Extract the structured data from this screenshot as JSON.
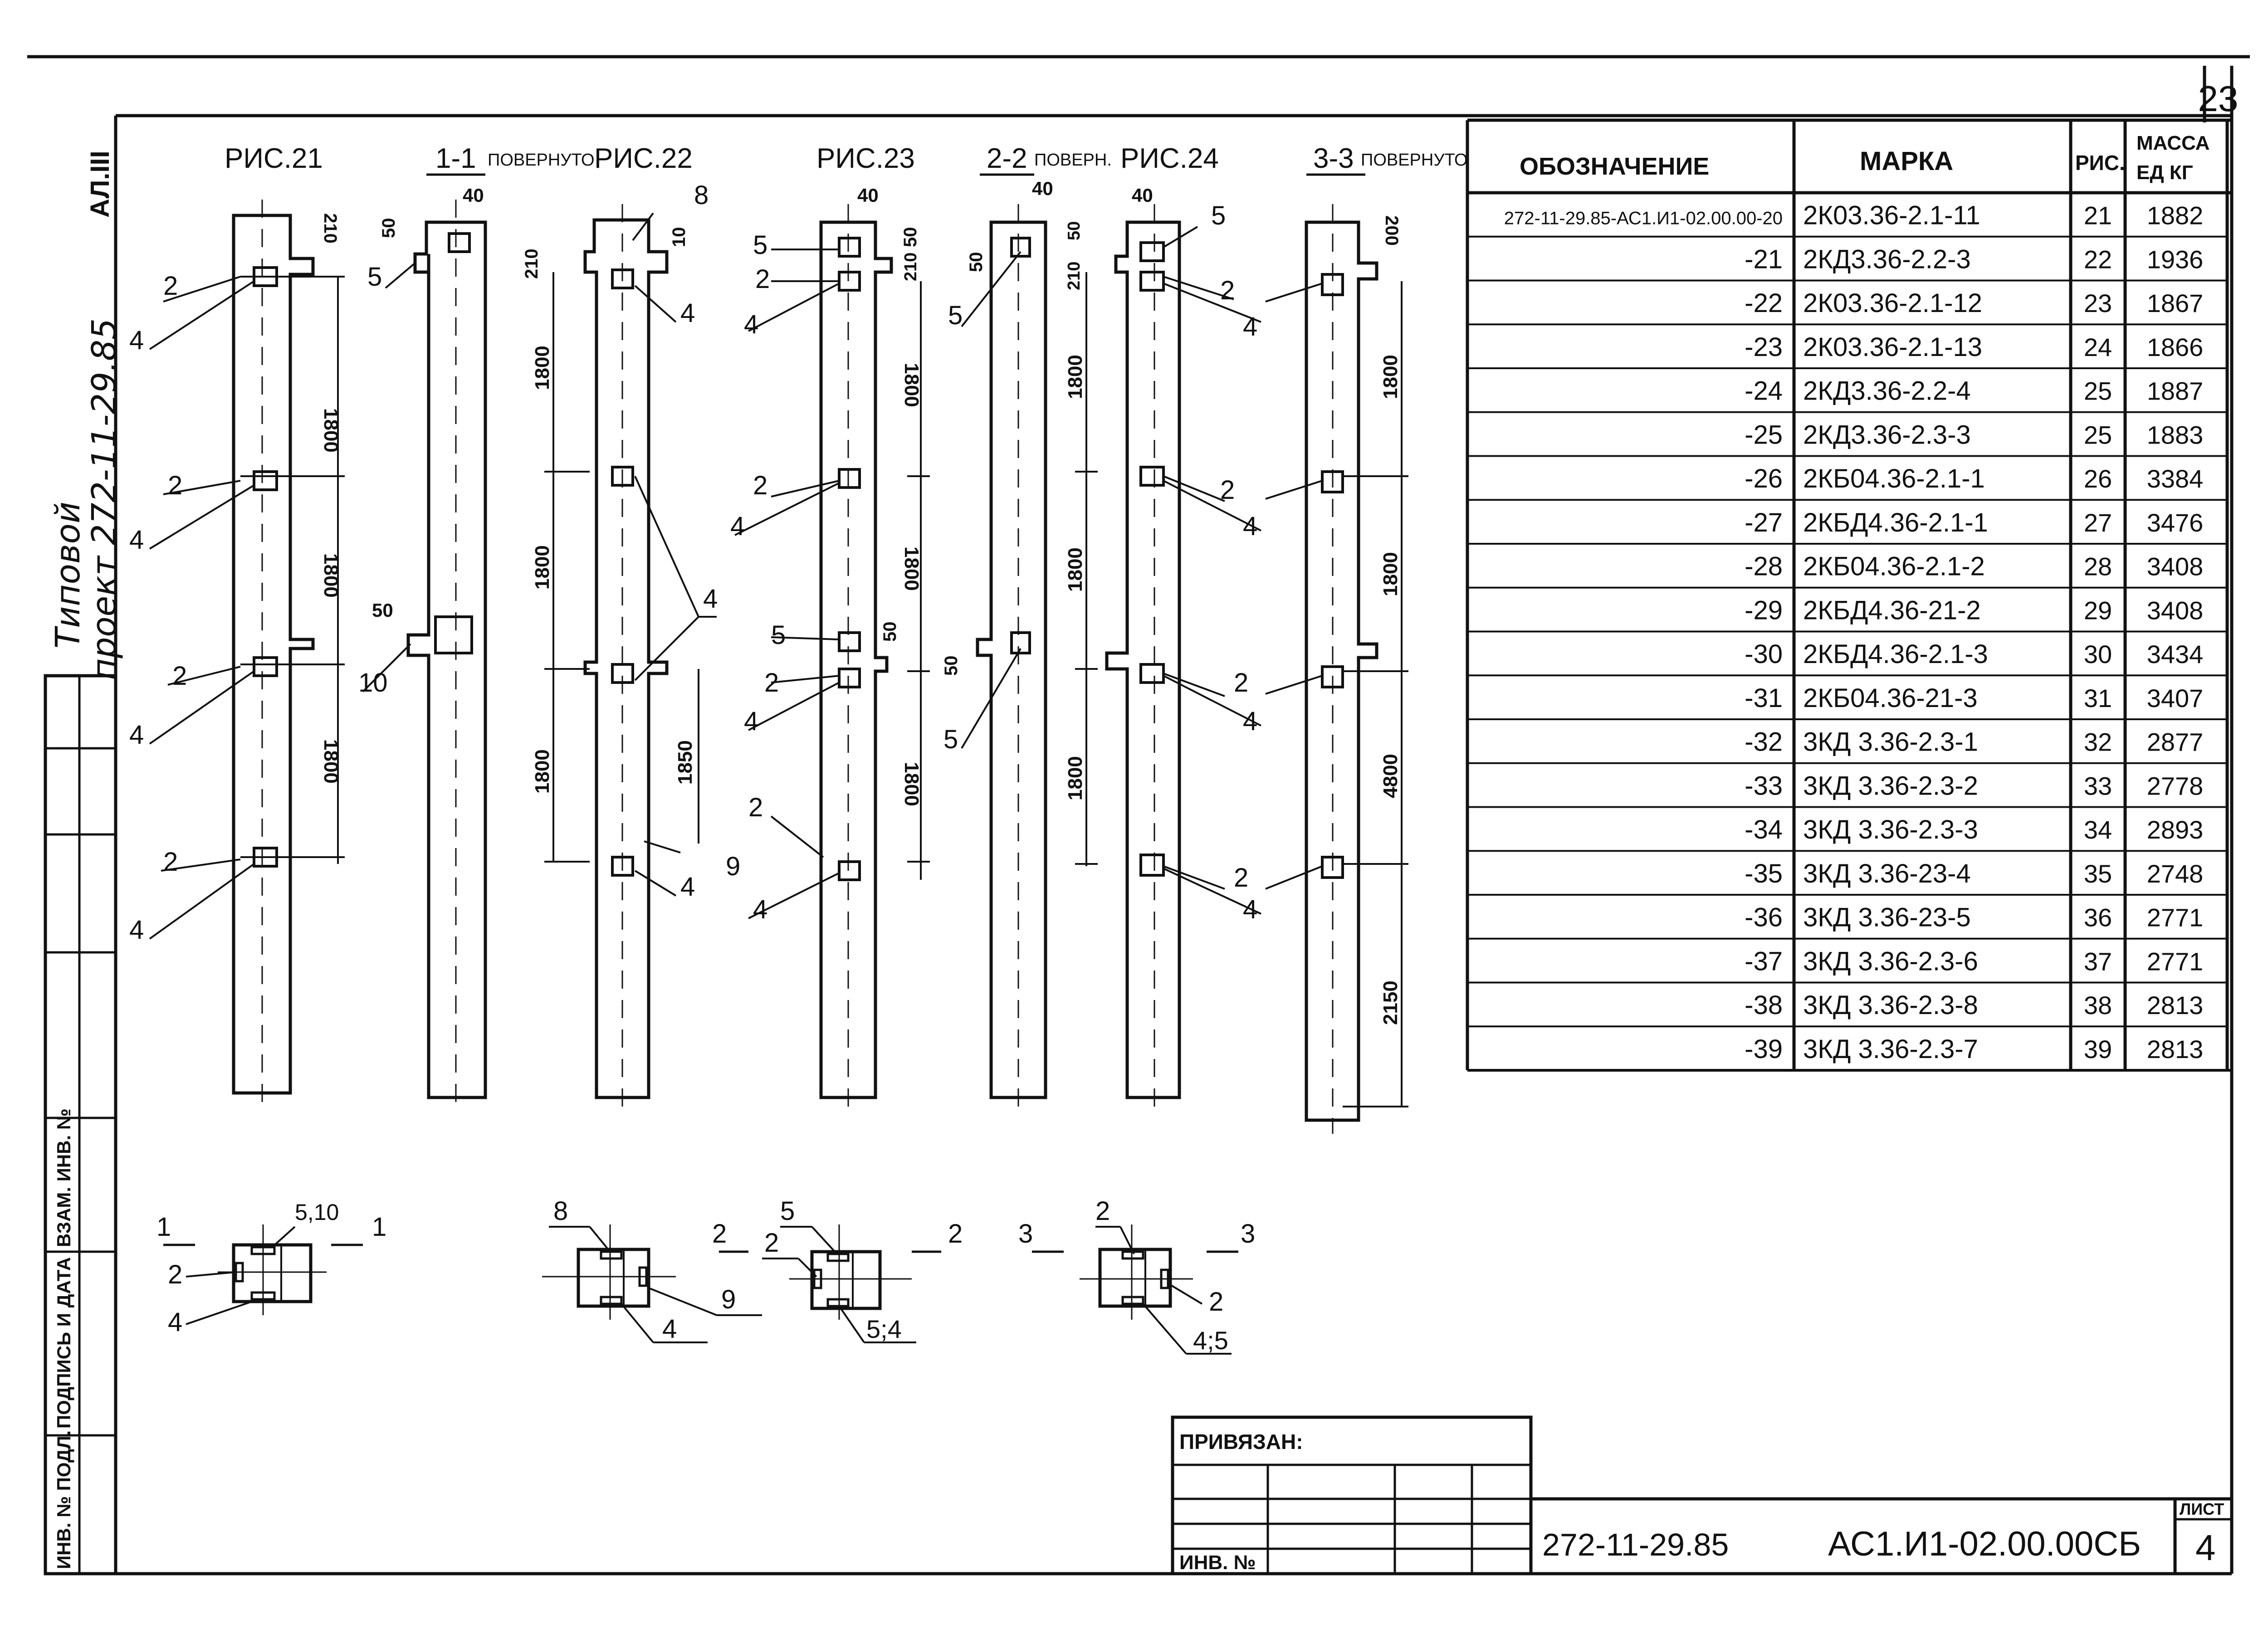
{
  "sheet_no": "23",
  "series_vertical": "АЛ.III",
  "project_vertical": [
    "Типовой",
    "проект 272-11-29.85"
  ],
  "figures": [
    {
      "caption": "РИС.21"
    },
    {
      "caption": "1-1",
      "note": "ПОВЕРНУТО"
    },
    {
      "caption": "РИС.22"
    },
    {
      "caption": "РИС.23"
    },
    {
      "caption": "2-2",
      "note": "ПОВЕРН."
    },
    {
      "caption": "РИС.24"
    },
    {
      "caption": "3-3",
      "note": "ПОВЕРНУТО"
    }
  ],
  "dimensions": {
    "d40": "40",
    "d50": "50",
    "d210": "210",
    "d200": "200",
    "d10": "10",
    "d1800": "1800",
    "d1850": "1850",
    "d2150": "2150",
    "d4800": "4800"
  },
  "callouts": {
    "c2": "2",
    "c4": "4",
    "c5": "5",
    "c8": "8",
    "c9": "9",
    "c10": "10",
    "c510": "5,10",
    "c54": "5;4",
    "c45": "4;5",
    "s1": "1",
    "s2": "2",
    "s3": "3"
  },
  "table": {
    "headers": {
      "designation": "ОБОЗНАЧЕНИЕ",
      "mark": "МАРКА",
      "fig": "РИС.",
      "mass": [
        "МАССА",
        "ЕД КГ"
      ]
    },
    "rows": [
      {
        "designation": "272-11-29.85-АС1.И1-02.00.00-20",
        "mark": "2К03.36-2.1-11",
        "fig": "21",
        "mass": "1882"
      },
      {
        "designation": "-21",
        "mark": "2КД3.36-2.2-3",
        "fig": "22",
        "mass": "1936"
      },
      {
        "designation": "-22",
        "mark": "2К03.36-2.1-12",
        "fig": "23",
        "mass": "1867"
      },
      {
        "designation": "-23",
        "mark": "2К03.36-2.1-13",
        "fig": "24",
        "mass": "1866"
      },
      {
        "designation": "-24",
        "mark": "2КД3.36-2.2-4",
        "fig": "25",
        "mass": "1887"
      },
      {
        "designation": "-25",
        "mark": "2КД3.36-2.3-3",
        "fig": "25",
        "mass": "1883"
      },
      {
        "designation": "-26",
        "mark": "2КБ04.36-2.1-1",
        "fig": "26",
        "mass": "3384"
      },
      {
        "designation": "-27",
        "mark": "2КБД4.36-2.1-1",
        "fig": "27",
        "mass": "3476"
      },
      {
        "designation": "-28",
        "mark": "2КБ04.36-2.1-2",
        "fig": "28",
        "mass": "3408"
      },
      {
        "designation": "-29",
        "mark": "2КБД4.36-21-2",
        "fig": "29",
        "mass": "3408"
      },
      {
        "designation": "-30",
        "mark": "2КБД4.36-2.1-3",
        "fig": "30",
        "mass": "3434"
      },
      {
        "designation": "-31",
        "mark": "2КБ04.36-21-3",
        "fig": "31",
        "mass": "3407"
      },
      {
        "designation": "-32",
        "mark": "3КД 3.36-2.3-1",
        "fig": "32",
        "mass": "2877"
      },
      {
        "designation": "-33",
        "mark": "3КД 3.36-2.3-2",
        "fig": "33",
        "mass": "2778"
      },
      {
        "designation": "-34",
        "mark": "3КД 3.36-2.3-3",
        "fig": "34",
        "mass": "2893"
      },
      {
        "designation": "-35",
        "mark": "3КД 3.36-23-4",
        "fig": "35",
        "mass": "2748"
      },
      {
        "designation": "-36",
        "mark": "3КД 3.36-23-5",
        "fig": "36",
        "mass": "2771"
      },
      {
        "designation": "-37",
        "mark": "3КД 3.36-2.3-6",
        "fig": "37",
        "mass": "2771"
      },
      {
        "designation": "-38",
        "mark": "3КД 3.36-2.3-8",
        "fig": "38",
        "mass": "2813"
      },
      {
        "designation": "-39",
        "mark": "3КД 3.36-2.3-7",
        "fig": "39",
        "mass": "2813"
      }
    ]
  },
  "stamp": {
    "bound": "ПРИВЯЗАН:",
    "inv": "ИНВ. №",
    "code_left": "272-11-29.85",
    "code_right": "АС1.И1-02.00.00СБ",
    "sheet_label": "ЛИСТ",
    "sheet_value": "4"
  },
  "side_stamp": [
    "ИНВ. № ПОДЛ.",
    "ПОДПИСЬ И ДАТА",
    "ВЗАМ. ИНВ. №"
  ]
}
